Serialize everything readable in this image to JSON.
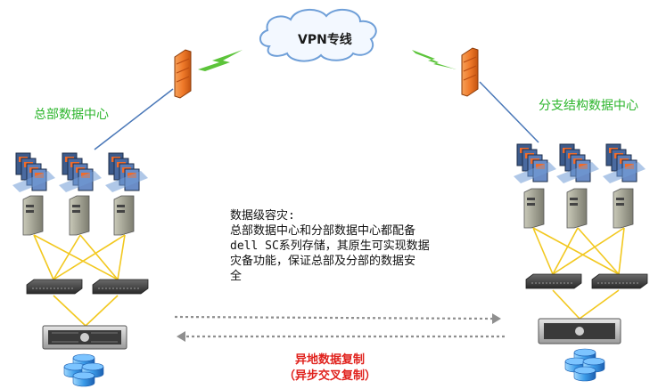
{
  "cloud": {
    "label": "VPN专线"
  },
  "sites": {
    "hq": {
      "label": "总部数据中心"
    },
    "branch": {
      "label": "分支结构数据中心"
    }
  },
  "description": {
    "title": "数据级容灾:",
    "lines": [
      "总部数据中心和分部数据中心都配备",
      "dell SC系列存储，其原生可实现数据",
      "灾备功能，保证总部及分部的数据安",
      "全"
    ]
  },
  "replication": {
    "line1": "异地数据复制",
    "line2": "（异步交叉复制）"
  },
  "colors": {
    "site_label": "#2bb52b",
    "replication_label": "#e0211c",
    "link_line": "#4a78b8",
    "lightning": "#5cc43a",
    "mesh": "#f2c81f",
    "firewall": "#f07a2a"
  }
}
